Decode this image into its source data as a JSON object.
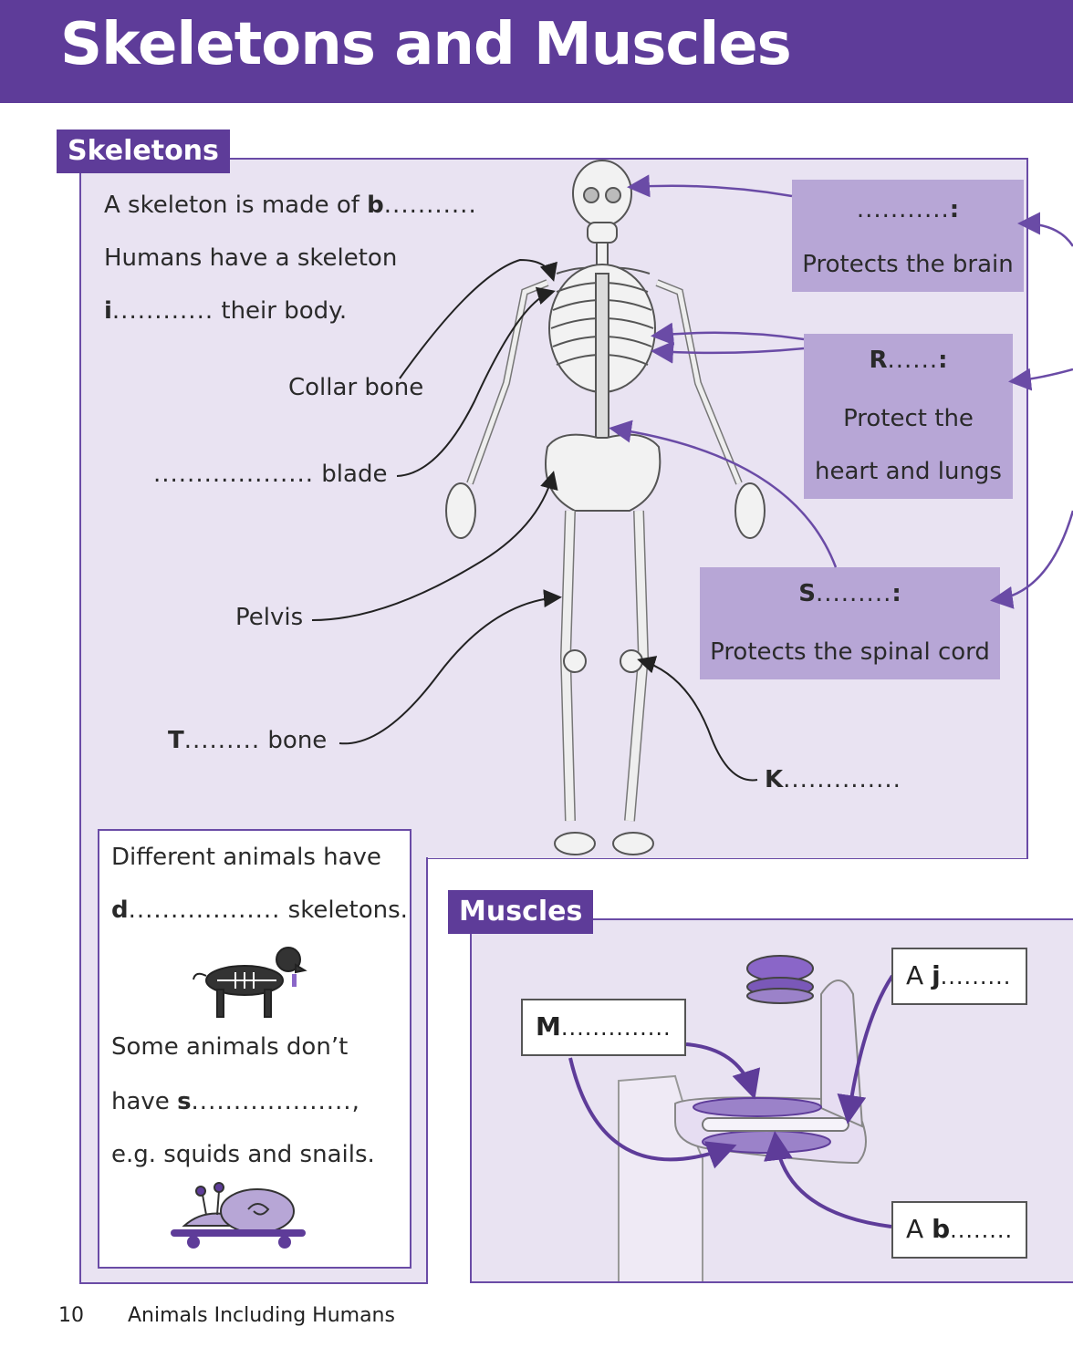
{
  "page_title": "Skeletons and Muscles",
  "skeletons": {
    "heading": "Skeletons",
    "intro": {
      "line1_pre": "A skeleton is made of ",
      "line1_letter": "b",
      "line1_dots": "..........",
      "line1_end": ".",
      "line2": "Humans have a skeleton",
      "line3_letter": "i",
      "line3_dots": "............",
      "line3_post": " their body."
    },
    "labels": {
      "collar_bone": "Collar bone",
      "blade_dots": "...................",
      "blade": "blade",
      "pelvis": "Pelvis",
      "thigh_letter": "T",
      "thigh_dots": ".........",
      "thigh_post": "bone",
      "knee_letter": "K",
      "knee_dots": ".............."
    },
    "boxes": {
      "skull_dots": "...........",
      "skull_colon": ":",
      "skull_desc": "Protects the brain",
      "ribs_letter": "R",
      "ribs_dots": "......",
      "ribs_colon": ":",
      "ribs_desc1": "Protect the",
      "ribs_desc2": "heart and lungs",
      "spine_letter": "S",
      "spine_dots": ".........",
      "spine_colon": ":",
      "spine_desc": "Protects the spinal cord"
    },
    "animals": {
      "line1": "Different animals have",
      "line2_letter": "d",
      "line2_dots": "..................",
      "line2_post": " skeletons.",
      "line3": "Some animals don’t",
      "line4_pre": "have ",
      "line4_letter": "s",
      "line4_dots": "...................,",
      "line5": "e.g. squids and snails."
    }
  },
  "muscles": {
    "heading": "Muscles",
    "m_letter": "M",
    "m_dots": "..............",
    "joint_pre": "A ",
    "joint_letter": "j",
    "joint_dots": ".........",
    "bone_pre": "A ",
    "bone_letter": "b",
    "bone_dots": "........"
  },
  "footer": {
    "page_number": "10",
    "section": "Animals Including Humans"
  },
  "colors": {
    "brand_purple": "#5e3c99",
    "panel_bg": "#e9e3f2",
    "box_lilac": "#b7a6d6",
    "arrow": "#6a4ba6"
  }
}
